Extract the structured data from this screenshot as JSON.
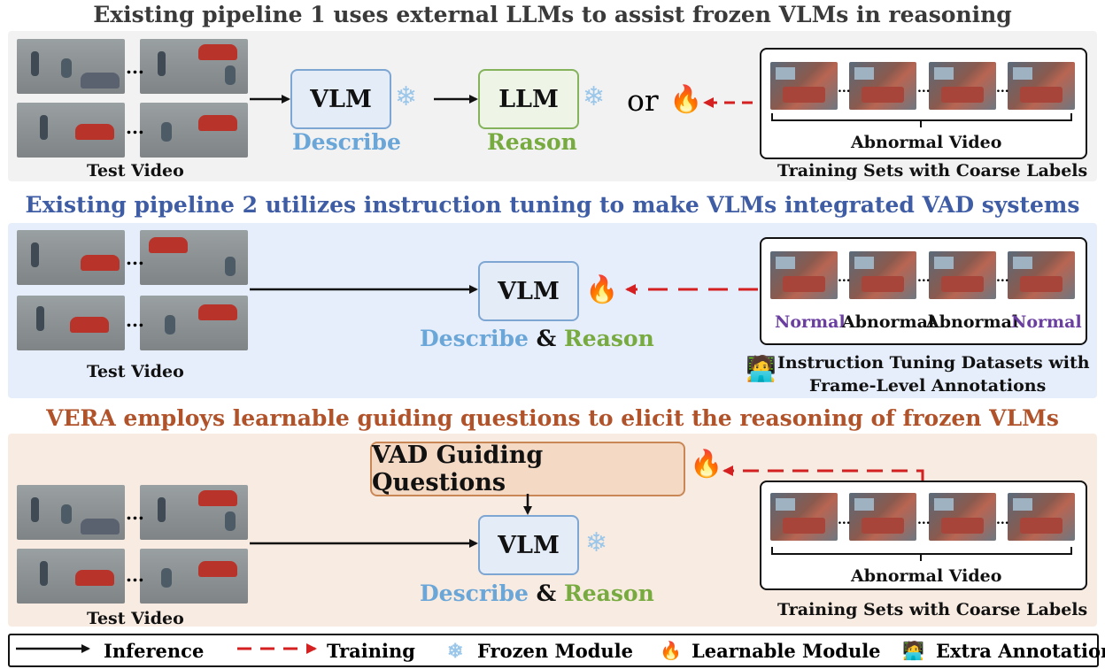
{
  "pipeline1": {
    "title": "Existing pipeline 1 uses external LLMs to assist frozen VLMs in reasoning",
    "title_color": "#3a3a3a",
    "panel_color": "#f2f2f2",
    "vlm_label": "VLM",
    "vlm_caption": "Describe",
    "llm_label": "LLM",
    "llm_caption": "Reason",
    "or_text": "or",
    "test_video_label": "Test Video",
    "train_video_caption": "Abnormal Video",
    "train_set_label": "Training Sets with Coarse Labels"
  },
  "pipeline2": {
    "title": "Existing pipeline 2 utilizes instruction tuning to make VLMs integrated VAD systems",
    "title_color": "#3f5da4",
    "panel_color": "#e6eefb",
    "vlm_label": "VLM",
    "caption_describe": "Describe",
    "caption_amp": "&",
    "caption_reason": "Reason",
    "test_video_label": "Test Video",
    "frame_labels": [
      "Normal",
      "Abnormal",
      "Abnormal",
      "Normal"
    ],
    "dataset_label_line1": "Instruction Tuning Datasets with",
    "dataset_label_line2": "Frame-Level Annotations"
  },
  "vera": {
    "title": "VERA employs learnable guiding questions to elicit the reasoning of frozen VLMs",
    "title_color": "#b1532a",
    "panel_color": "#f8ebe1",
    "guiding_label": "VAD Guiding Questions",
    "vlm_label": "VLM",
    "caption_describe": "Describe",
    "caption_amp": "&",
    "caption_reason": "Reason",
    "test_video_label": "Test Video",
    "train_video_caption": "Abnormal Video",
    "train_set_label": "Training Sets with Coarse Labels"
  },
  "legend": {
    "inference": "Inference",
    "training": "Training",
    "frozen": "Frozen Module",
    "learnable": "Learnable Module",
    "extra": "Extra Annotation"
  },
  "colors": {
    "describe": "#6aa6d8",
    "reason": "#77aa3f",
    "normal_label": "#6a3fa0",
    "training_arrow": "#d42020"
  },
  "icons": {
    "frozen": "❄",
    "learnable": "🔥",
    "annotator": "🧑‍💻",
    "ellipsis": "..."
  }
}
